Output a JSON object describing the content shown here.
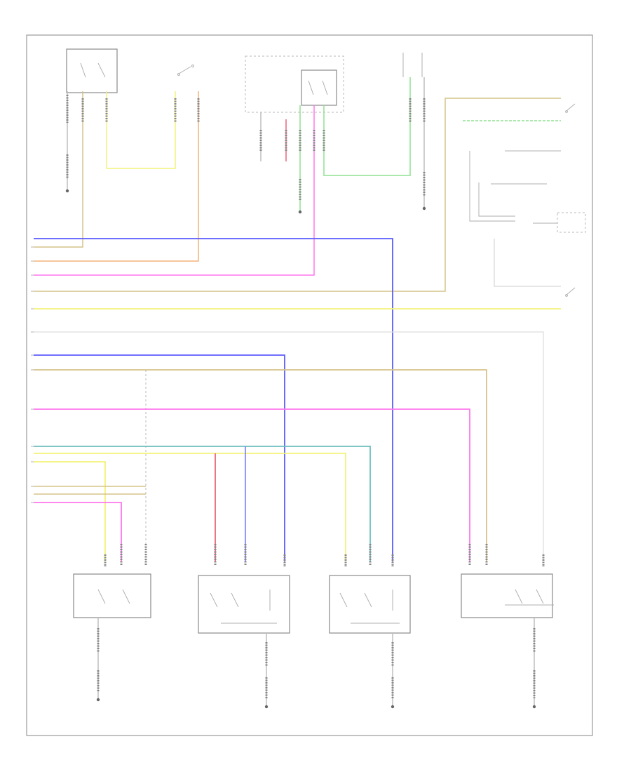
{
  "diagram": {
    "footer_code": "",
    "colors": {
      "blue": "#5b5bff",
      "pink": "#ff77ee",
      "red": "#e8667a",
      "yellow": "#f2f27a",
      "tan": "#d6c38a",
      "orange": "#f3b27a",
      "green": "#8fe08f",
      "teal": "#6fbfbf",
      "gray": "#bdbdbd",
      "frame": "#9a9a9a"
    },
    "components": [
      {
        "id": "top-relay-module",
        "type": "relay"
      },
      {
        "id": "top-switch",
        "type": "switch"
      },
      {
        "id": "top-center-module",
        "type": "relay"
      },
      {
        "id": "top-right-switch",
        "type": "switch"
      },
      {
        "id": "right-switch-1",
        "type": "switch"
      },
      {
        "id": "right-switch-2",
        "type": "switch"
      },
      {
        "id": "right-connector",
        "type": "connector"
      },
      {
        "id": "bottom-module-1",
        "type": "module"
      },
      {
        "id": "bottom-module-2",
        "type": "module"
      },
      {
        "id": "bottom-module-3",
        "type": "module"
      },
      {
        "id": "bottom-module-4",
        "type": "module"
      }
    ],
    "grounds": 7
  }
}
